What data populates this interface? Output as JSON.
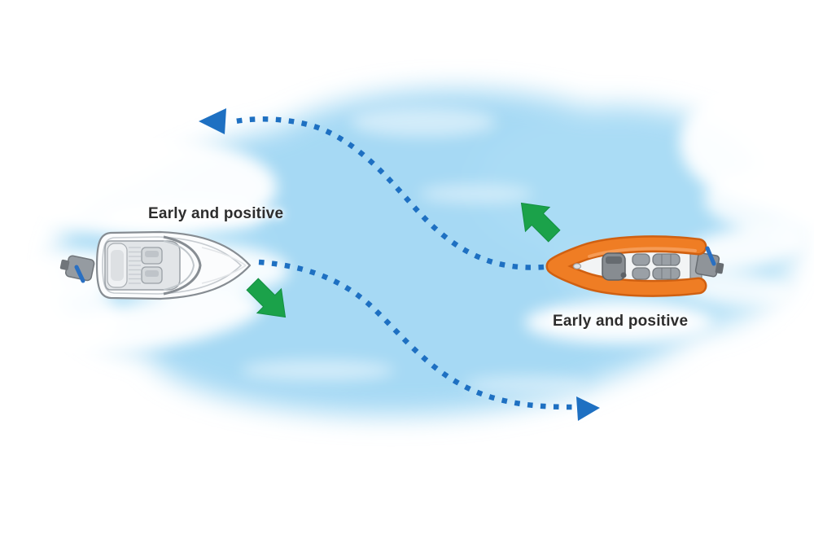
{
  "diagram": {
    "left_label": "Early and positive",
    "right_label": "Early and positive",
    "colors": {
      "background": "#ffffff",
      "water": "#a6d9f4",
      "track": "#1e70c2",
      "turn_arrow": "#1ba24a",
      "rib_tube": "#ef7d24",
      "hull_outline": "#868c92",
      "label_text": "#2d2d2d"
    },
    "icons": {
      "left_boat": "sportsboat-top-view-heading-right",
      "right_boat": "orange-rib-top-view-heading-left",
      "tracks": "blue-dotted-curved-arrows",
      "turn_arrows": "green-diagonal-block-arrows"
    }
  }
}
